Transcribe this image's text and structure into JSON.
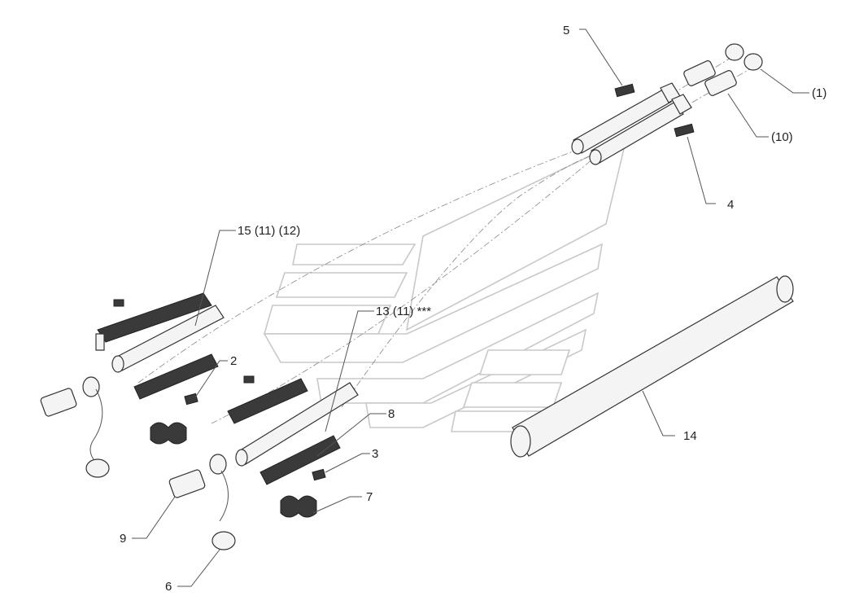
{
  "callouts": {
    "c1": "(1)",
    "c2": "2",
    "c3": "3",
    "c4": "4",
    "c5": "5",
    "c6": "6",
    "c7": "7",
    "c8": "8",
    "c9": "9",
    "c10": "(10)",
    "c13": "13 (11) ***",
    "c14": "14",
    "c15": "15 (11) (12)"
  },
  "colors": {
    "line": "#333333",
    "ghost_logo": "#c8c8c8",
    "dark_fill": "#3a3a3a"
  }
}
